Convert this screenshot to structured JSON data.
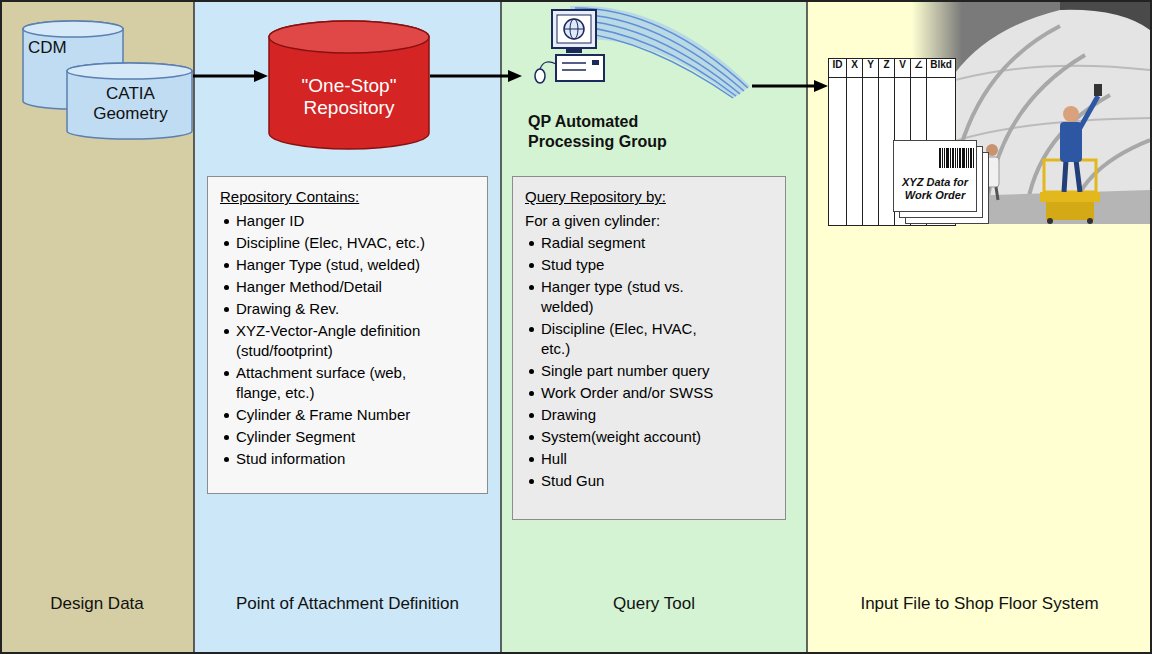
{
  "diagram": {
    "nodes": [
      {
        "text": [
          "Design Data"
        ]
      },
      {
        "text": [
          "CDM"
        ],
        "in": 0
      },
      {
        "text": [
          "CATIA Geometry"
        ],
        "in": 0
      },
      {
        "text": [
          "Point of Attachment Definition"
        ]
      },
      {
        "text": [
          "\"One-Stop\" Repository"
        ],
        "in": 3
      },
      {
        "text": [
          "Repository Contains:",
          "Hanger ID",
          "Discipline (Elec, HVAC, etc.)",
          "Hanger Type (stud, welded)",
          "Hanger Method/Detail",
          "Drawing & Rev.",
          "XYZ-Vector-Angle definition (stud/footprint)",
          "Attachment surface (web, flange, etc.)",
          "Cylinder & Frame Number",
          "Cylinder Segment",
          "Stud information"
        ],
        "in": 3
      },
      {
        "text": [
          "Query Tool"
        ]
      },
      {
        "text": [
          "QP Automated Processing Group"
        ],
        "in": 6
      },
      {
        "text": [
          "Query Repository by:",
          "For a given cylinder:",
          "Radial segment",
          "Stud type",
          "Hanger type (stud vs. welded)",
          "Discipline (Elec, HVAC, etc.)",
          "Single part number query",
          "Work Order and/or SWSS",
          "Drawing",
          "System(weight account)",
          "Hull",
          "Stud Gun"
        ],
        "in": 6
      },
      {
        "text": [
          "Input File to Shop Floor System"
        ]
      },
      {
        "text": [
          "ID",
          "X",
          "Y",
          "Z",
          "V",
          "∠",
          "Blkd"
        ],
        "in": 9
      },
      {
        "text": [
          "XYZ Data for Work Order"
        ],
        "in": 9
      }
    ],
    "edges": [
      {
        "from": 2,
        "to": 4,
        "arrow": "to"
      },
      {
        "from": 4,
        "to": 7,
        "arrow": "to"
      },
      {
        "from": 7,
        "to": 10,
        "arrow": "to"
      }
    ]
  }
}
